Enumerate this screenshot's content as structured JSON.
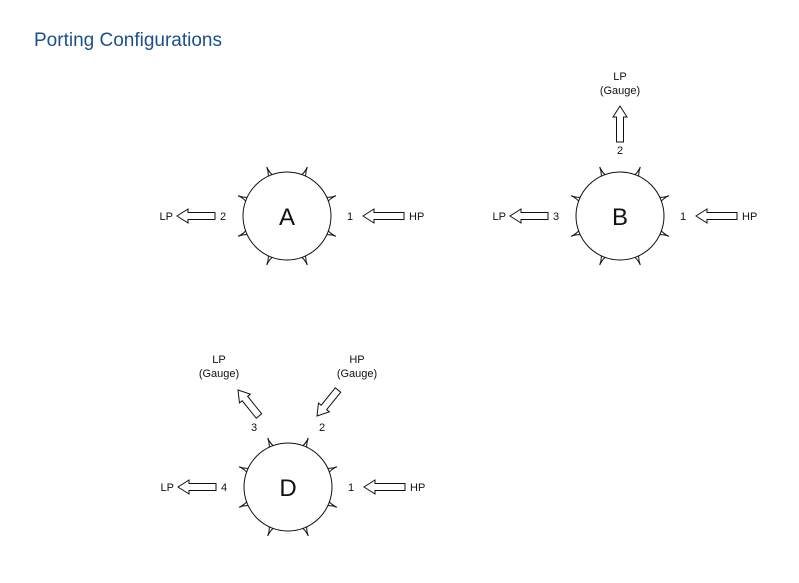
{
  "title": "Porting Configurations",
  "colors": {
    "title": "#1f4f8a",
    "line": "#111111"
  },
  "configs": [
    {
      "letter": "A",
      "ports": [
        {
          "num": "1",
          "side": "right",
          "label": "HP",
          "direction": "in"
        },
        {
          "num": "2",
          "side": "left",
          "label": "LP",
          "direction": "out"
        }
      ]
    },
    {
      "letter": "B",
      "ports": [
        {
          "num": "1",
          "side": "right",
          "label": "HP",
          "direction": "in"
        },
        {
          "num": "2",
          "side": "top",
          "label": "LP",
          "sublabel": "(Gauge)",
          "direction": "out"
        },
        {
          "num": "3",
          "side": "left",
          "label": "LP",
          "direction": "out"
        }
      ]
    },
    {
      "letter": "D",
      "ports": [
        {
          "num": "1",
          "side": "right",
          "label": "HP",
          "direction": "in"
        },
        {
          "num": "2",
          "side": "top-right",
          "label": "HP",
          "sublabel": "(Gauge)",
          "direction": "in"
        },
        {
          "num": "3",
          "side": "top-left",
          "label": "LP",
          "sublabel": "(Gauge)",
          "direction": "out"
        },
        {
          "num": "4",
          "side": "left",
          "label": "LP",
          "direction": "out"
        }
      ]
    }
  ]
}
